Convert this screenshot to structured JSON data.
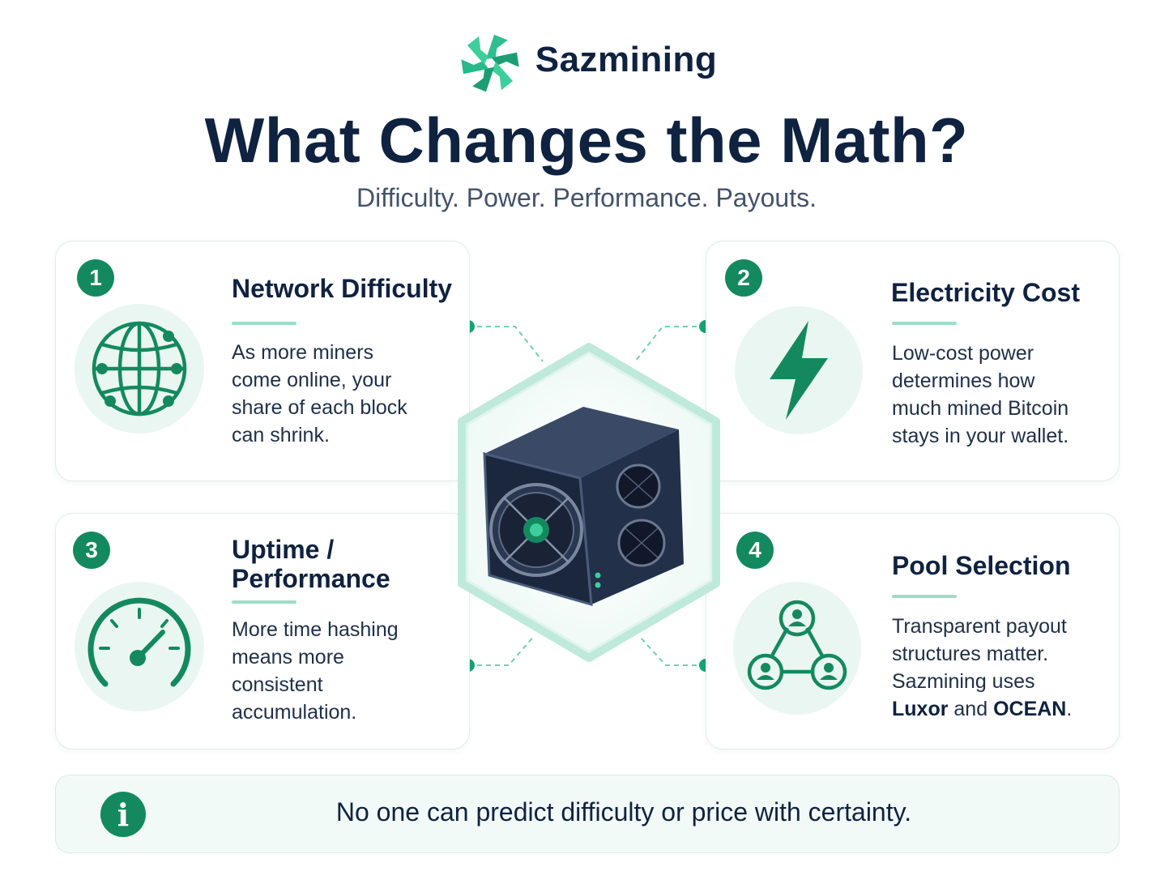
{
  "brand": {
    "name": "Sazmining",
    "logo_icon": "sazmining-swirl-logo"
  },
  "header": {
    "title": "What Changes the Math?",
    "subtitle": "Difficulty. Power. Performance. Payouts."
  },
  "cards": [
    {
      "number": "1",
      "title_lines": [
        "Network Difficulty"
      ],
      "icon": "globe-network-icon",
      "text_lines": [
        "As more miners",
        "come online, your",
        "share of each block",
        "can shrink."
      ]
    },
    {
      "number": "2",
      "title_lines": [
        "Electricity Cost"
      ],
      "icon": "lightning-bolt-icon",
      "text_lines": [
        "Low-cost power",
        "determines how",
        "much mined Bitcoin",
        "stays in your wallet."
      ]
    },
    {
      "number": "3",
      "title_lines": [
        "Uptime /",
        "Performance"
      ],
      "icon": "speedometer-icon",
      "text_lines": [
        "More time hashing",
        "means more",
        "consistent",
        "accumulation."
      ]
    },
    {
      "number": "4",
      "title_lines": [
        "Pool Selection"
      ],
      "icon": "people-network-icon",
      "text_lines": [
        "Transparent payout",
        "structures matter.",
        "Sazmining uses"
      ],
      "text_last": {
        "bold1": "Luxor",
        "mid": " and ",
        "bold2": "OCEAN",
        "end": "."
      }
    }
  ],
  "center": {
    "illustration": "asic-miner-illustration"
  },
  "footer": {
    "icon": "info-icon",
    "icon_glyph": "i",
    "text": "No one can predict difficulty or price with certainty."
  },
  "colors": {
    "accent": "#14895f",
    "accent_light": "#9fdcc7",
    "navy": "#0f2240",
    "disc": "#eaf6f2"
  }
}
